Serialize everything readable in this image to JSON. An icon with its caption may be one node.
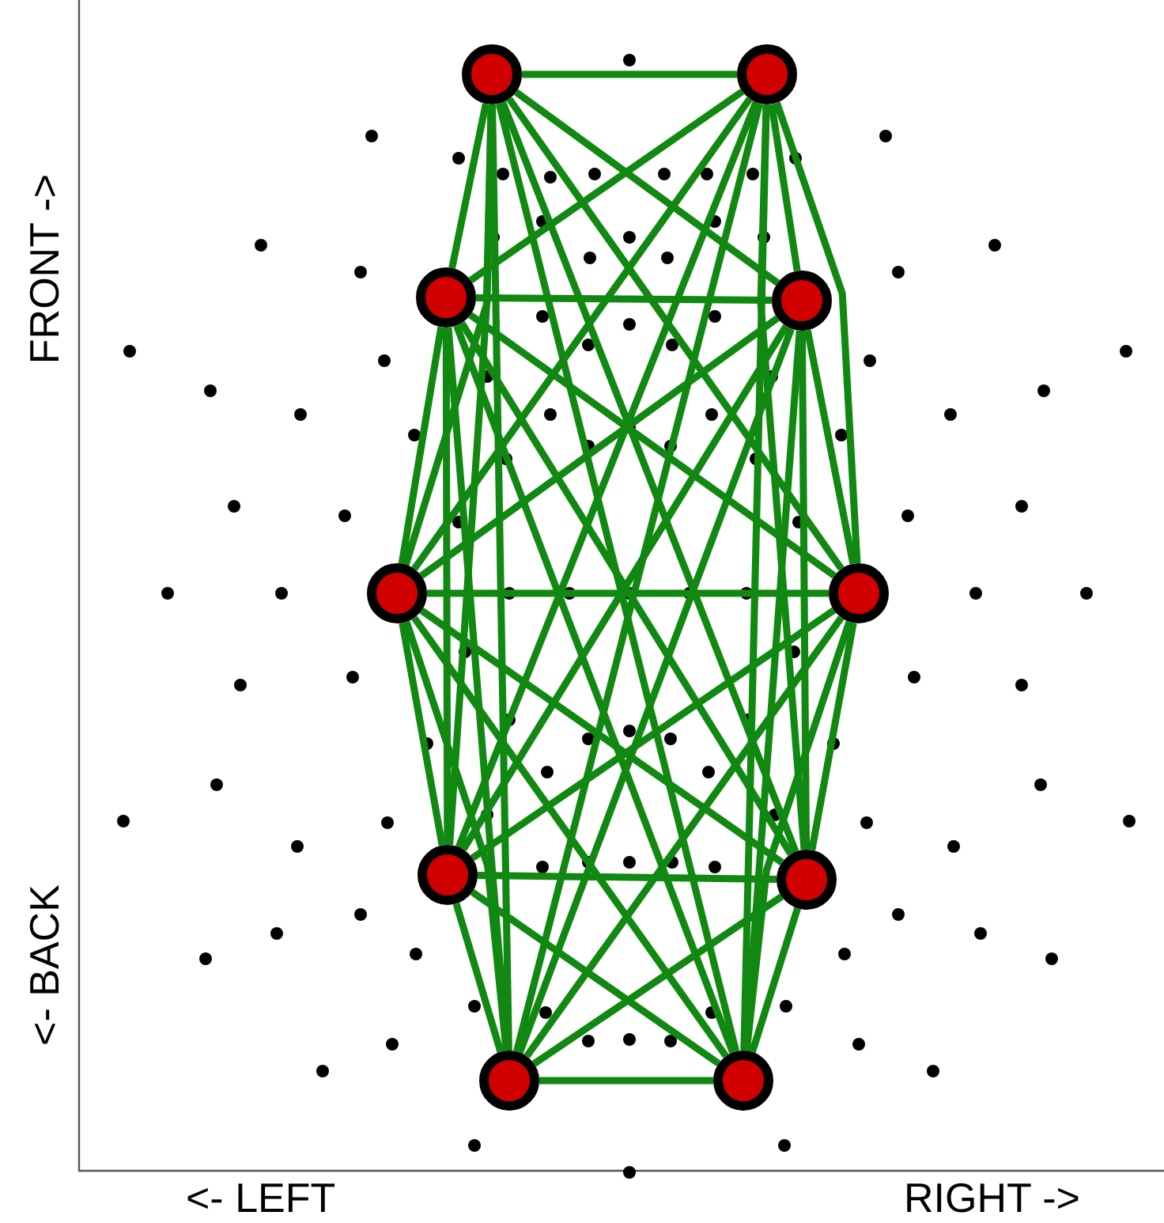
{
  "diagram": {
    "nodes": [
      {
        "text": [],
        "shape": "circle"
      },
      {
        "text": [],
        "shape": "circle"
      },
      {
        "text": [],
        "shape": "circle"
      },
      {
        "text": [],
        "shape": "circle"
      },
      {
        "text": [],
        "shape": "circle"
      },
      {
        "text": [],
        "shape": "circle"
      },
      {
        "text": [],
        "shape": "circle"
      },
      {
        "text": [],
        "shape": "circle"
      },
      {
        "text": [],
        "shape": "circle"
      },
      {
        "text": [],
        "shape": "circle"
      }
    ],
    "edges": [
      {
        "from": 0,
        "to": 1,
        "arrow": "none"
      },
      {
        "from": 0,
        "to": 2,
        "arrow": "none"
      },
      {
        "from": 0,
        "to": 3,
        "arrow": "none"
      },
      {
        "from": 0,
        "to": 4,
        "arrow": "none"
      },
      {
        "from": 0,
        "to": 5,
        "arrow": "none"
      },
      {
        "from": 0,
        "to": 6,
        "arrow": "none"
      },
      {
        "from": 0,
        "to": 7,
        "arrow": "none"
      },
      {
        "from": 0,
        "to": 8,
        "arrow": "none"
      },
      {
        "from": 0,
        "to": 9,
        "arrow": "none"
      },
      {
        "from": 1,
        "to": 2,
        "arrow": "none"
      },
      {
        "from": 1,
        "to": 3,
        "arrow": "none"
      },
      {
        "from": 1,
        "to": 4,
        "arrow": "none"
      },
      {
        "from": 1,
        "to": 5,
        "arrow": "none"
      },
      {
        "from": 1,
        "to": 6,
        "arrow": "none"
      },
      {
        "from": 1,
        "to": 7,
        "arrow": "none"
      },
      {
        "from": 1,
        "to": 8,
        "arrow": "none"
      },
      {
        "from": 1,
        "to": 9,
        "arrow": "none"
      },
      {
        "from": 2,
        "to": 3,
        "arrow": "none"
      },
      {
        "from": 2,
        "to": 4,
        "arrow": "none"
      },
      {
        "from": 2,
        "to": 5,
        "arrow": "none"
      },
      {
        "from": 2,
        "to": 6,
        "arrow": "none"
      },
      {
        "from": 2,
        "to": 7,
        "arrow": "none"
      },
      {
        "from": 2,
        "to": 8,
        "arrow": "none"
      },
      {
        "from": 2,
        "to": 9,
        "arrow": "none"
      },
      {
        "from": 3,
        "to": 4,
        "arrow": "none"
      },
      {
        "from": 3,
        "to": 5,
        "arrow": "none"
      },
      {
        "from": 3,
        "to": 6,
        "arrow": "none"
      },
      {
        "from": 3,
        "to": 7,
        "arrow": "none"
      },
      {
        "from": 3,
        "to": 8,
        "arrow": "none"
      },
      {
        "from": 3,
        "to": 9,
        "arrow": "none"
      },
      {
        "from": 4,
        "to": 5,
        "arrow": "none"
      },
      {
        "from": 4,
        "to": 6,
        "arrow": "none"
      },
      {
        "from": 4,
        "to": 7,
        "arrow": "none"
      },
      {
        "from": 4,
        "to": 8,
        "arrow": "none"
      },
      {
        "from": 4,
        "to": 9,
        "arrow": "none"
      },
      {
        "from": 5,
        "to": 6,
        "arrow": "none"
      },
      {
        "from": 5,
        "to": 7,
        "arrow": "none"
      },
      {
        "from": 5,
        "to": 8,
        "arrow": "none"
      },
      {
        "from": 5,
        "to": 9,
        "arrow": "none"
      },
      {
        "from": 6,
        "to": 7,
        "arrow": "none"
      },
      {
        "from": 6,
        "to": 8,
        "arrow": "none"
      },
      {
        "from": 6,
        "to": 9,
        "arrow": "none"
      },
      {
        "from": 7,
        "to": 8,
        "arrow": "none"
      },
      {
        "from": 7,
        "to": 9,
        "arrow": "none"
      },
      {
        "from": 8,
        "to": 9,
        "arrow": "none"
      }
    ],
    "labels": [
      "FRONT ->",
      "<- BACK",
      "<- LEFT",
      "RIGHT ->"
    ]
  }
}
